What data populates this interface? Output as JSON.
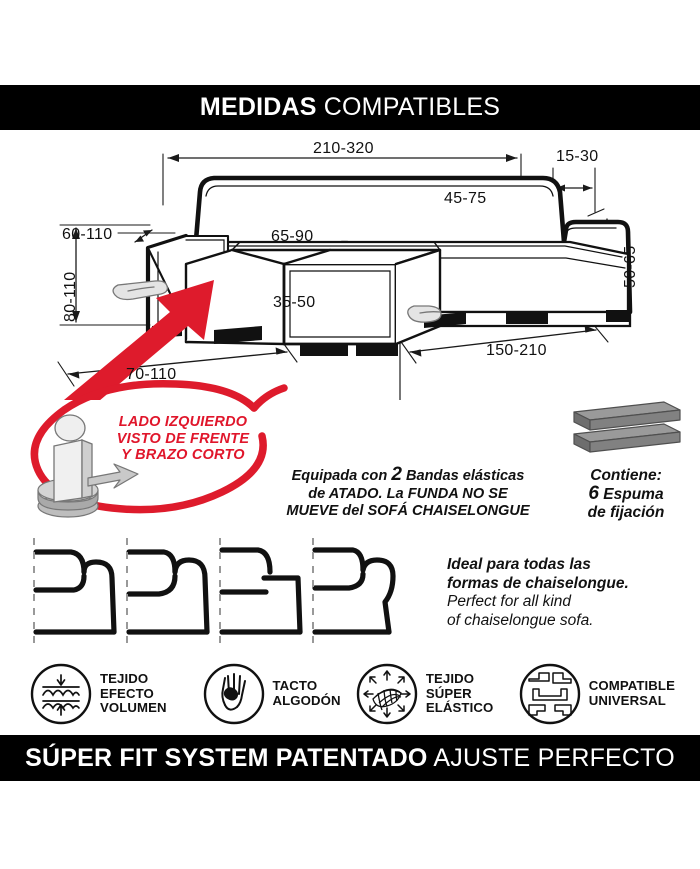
{
  "header": {
    "bold": "MEDIDAS",
    "regular": "COMPATIBLES"
  },
  "footer": {
    "bold": "SÚPER FIT SYSTEM PATENTADO",
    "regular": "AJUSTE PERFECTO"
  },
  "diagram": {
    "name": "chaiselongue-sofa-measurement-diagram",
    "dimensions": {
      "total_width": "210-320",
      "back_height": "80-110",
      "arm_height_left": "60-110",
      "seat_depth_chaise": "65-90",
      "seat_height_chaise": "35-50",
      "chaise_width": "70-110",
      "arm_width_right": "15-30",
      "seat_depth_main": "45-75",
      "seat_height_right": "50-65",
      "main_length": "150-210"
    },
    "units_note": ""
  },
  "callout": {
    "line1": "LADO IZQUIERDO",
    "line2": "VISTO DE FRENTE",
    "line3": "Y BRAZO CORTO",
    "color": "#e0162b",
    "icon": "person-front-view-rotate-icon"
  },
  "elastic_bands": {
    "pre": "Equipada con",
    "count": "2",
    "line1_rest": "Bandas elásticas",
    "line2": "de ATADO. La FUNDA NO SE",
    "line3": "MUEVE del SOFÁ CHAISELONGUE"
  },
  "contains": {
    "label": "Contiene:",
    "count": "6",
    "item": "Espuma",
    "item2": "de fijación",
    "icon": "foam-fixing-bars-icon",
    "color": "#6e6e6e"
  },
  "shapes": {
    "icons": [
      "sofa-arm-shape-square-icon",
      "sofa-arm-shape-rounded-icon",
      "sofa-arm-shape-straight-icon",
      "sofa-arm-shape-scroll-icon"
    ],
    "bold_line1": "Ideal para todas las",
    "bold_line2": "formas de chaiselongue.",
    "regular_line1": "Perfect for all kind",
    "regular_line2": "of chaiselongue sofa."
  },
  "features": [
    {
      "icon": "volume-effect-fabric-icon",
      "line1": "TEJIDO",
      "line2": "EFECTO",
      "line3": "VOLUMEN"
    },
    {
      "icon": "cotton-touch-hand-icon",
      "line1": "TACTO",
      "line2": "ALGODÓN",
      "line3": ""
    },
    {
      "icon": "super-elastic-mesh-icon",
      "line1": "TEJIDO",
      "line2": "SÚPER",
      "line3": "ELÁSTICO"
    },
    {
      "icon": "universal-compatible-sofas-icon",
      "line1": "COMPATIBLE",
      "line2": "UNIVERSAL",
      "line3": ""
    }
  ]
}
